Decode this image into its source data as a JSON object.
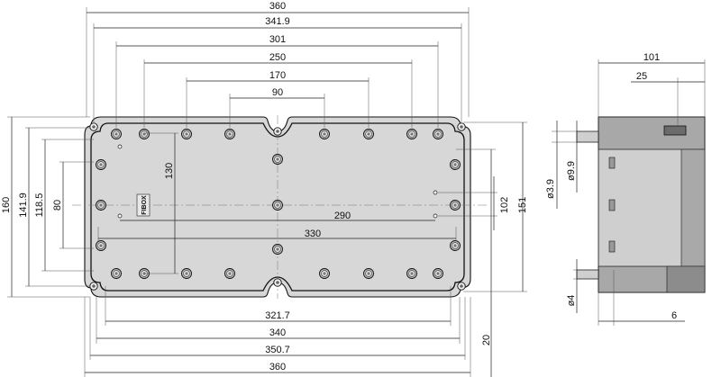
{
  "top_view": {
    "width_dims": [
      {
        "id": "w360_top",
        "label": "360"
      },
      {
        "id": "w341_9",
        "label": "341.9"
      },
      {
        "id": "w301",
        "label": "301"
      },
      {
        "id": "w250",
        "label": "250"
      },
      {
        "id": "w170",
        "label": "170"
      },
      {
        "id": "w90",
        "label": "90"
      },
      {
        "id": "w290",
        "label": "290"
      },
      {
        "id": "w330",
        "label": "330"
      },
      {
        "id": "w321_7",
        "label": "321.7"
      },
      {
        "id": "w340",
        "label": "340"
      },
      {
        "id": "w350_7",
        "label": "350.7"
      },
      {
        "id": "w360_bottom",
        "label": "360"
      }
    ],
    "height_dims": [
      {
        "id": "h160",
        "label": "160"
      },
      {
        "id": "h141_9",
        "label": "141.9"
      },
      {
        "id": "h118_5",
        "label": "118.5"
      },
      {
        "id": "h80",
        "label": "80"
      },
      {
        "id": "h130",
        "label": "130"
      },
      {
        "id": "h102",
        "label": "102"
      },
      {
        "id": "h151",
        "label": "151"
      },
      {
        "id": "h20",
        "label": "20"
      }
    ],
    "logo_text": "FIBOX"
  },
  "side_view": {
    "dims": [
      {
        "id": "s101",
        "label": "101"
      },
      {
        "id": "s25",
        "label": "25"
      },
      {
        "id": "s3_9",
        "label": "ø3.9"
      },
      {
        "id": "s9_9",
        "label": "ø9.9"
      },
      {
        "id": "s4",
        "label": "ø4"
      },
      {
        "id": "s6",
        "label": "6"
      }
    ]
  },
  "colors": {
    "body": "#d7d7d7",
    "line": "#111111",
    "hole": "#bdbdbd"
  }
}
